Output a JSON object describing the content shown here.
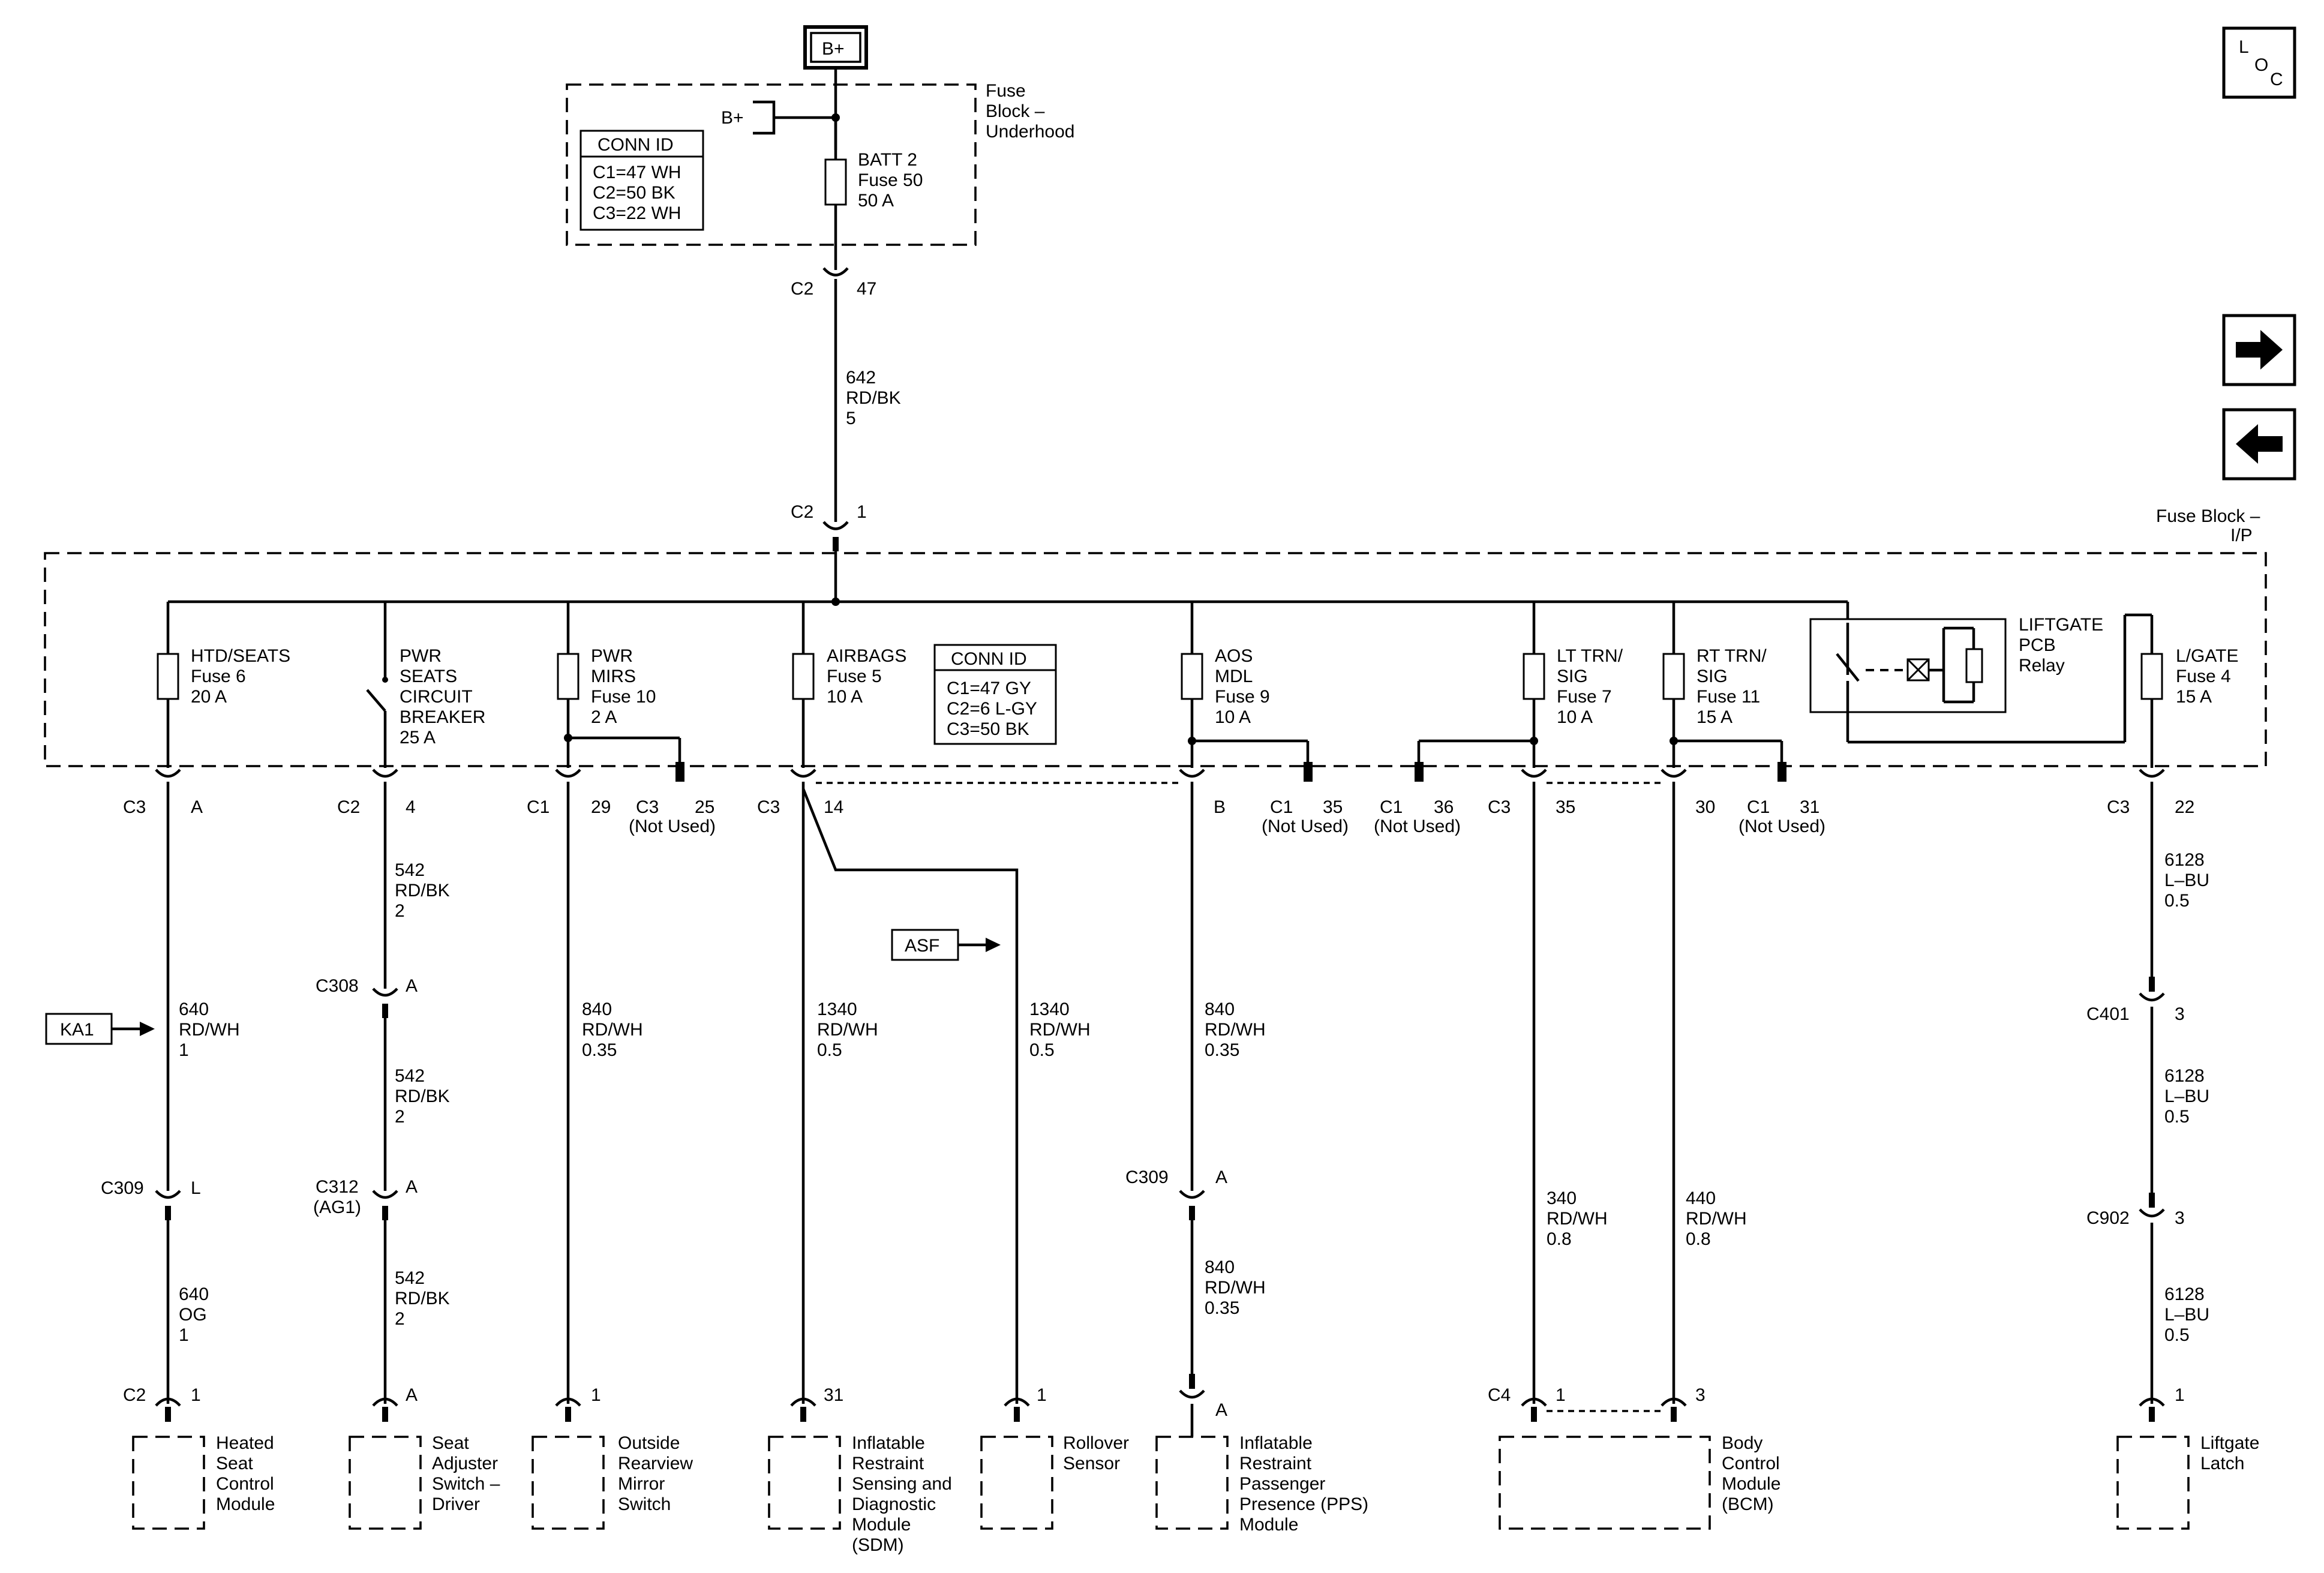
{
  "header": {
    "loc": {
      "l": "L",
      "o": "O",
      "c": "C"
    },
    "nav_next_icon": "arrow-right-icon",
    "nav_prev_icon": "arrow-left-icon"
  },
  "power": {
    "b_plus_main": "B+",
    "b_plus_feed": "B+"
  },
  "fuse_block_underhood": {
    "title": [
      "Fuse",
      "Block –",
      "Underhood"
    ],
    "conn_id": {
      "title": "CONN ID",
      "rows": [
        "C1=47 WH",
        "C2=50 BK",
        "C3=22 WH"
      ]
    },
    "fuse": [
      "BATT 2",
      "Fuse 50",
      "50 A"
    ]
  },
  "feed": {
    "conn_out": {
      "name": "C2",
      "pin": "47"
    },
    "wire": [
      "642",
      "RD/BK",
      "5"
    ],
    "conn_in": {
      "name": "C2",
      "pin": "1"
    }
  },
  "fuse_block_ip": {
    "title": [
      "Fuse Block –",
      "I/P"
    ],
    "conn_id": {
      "title": "CONN ID",
      "rows": [
        "C1=47 GY",
        "C2=6 L-GY",
        "C3=50 BK"
      ]
    },
    "fuses": [
      {
        "lines": [
          "HTD/SEATS",
          "Fuse 6",
          "20 A"
        ]
      },
      {
        "lines": [
          "PWR",
          "SEATS",
          "CIRCUIT",
          "BREAKER",
          "25 A"
        ]
      },
      {
        "lines": [
          "PWR",
          "MIRS",
          "Fuse 10",
          "2 A"
        ]
      },
      {
        "lines": [
          "AIRBAGS",
          "Fuse 5",
          "10 A"
        ]
      },
      {
        "lines": [
          "AOS",
          "MDL",
          "Fuse 9",
          "10 A"
        ]
      },
      {
        "lines": [
          "LT TRN/",
          "SIG",
          "Fuse 7",
          "10 A"
        ]
      },
      {
        "lines": [
          "RT TRN/",
          "SIG",
          "Fuse 11",
          "15 A"
        ]
      },
      {
        "lines": [
          "L/GATE",
          "Fuse 4",
          "15 A"
        ]
      }
    ],
    "relay": [
      "LIFTGATE",
      "PCB",
      "Relay"
    ]
  },
  "ip_connectors": [
    {
      "name": "C3",
      "pin": "A"
    },
    {
      "name": "C2",
      "pin": "4"
    },
    {
      "name": "C1",
      "pin": "29"
    },
    {
      "name": "C3",
      "pin": "25",
      "note": "(Not Used)"
    },
    {
      "name": "C3",
      "pin": "14"
    },
    {
      "pin": "B"
    },
    {
      "name": "C1",
      "pin": "35",
      "note": "(Not Used)"
    },
    {
      "name": "C1",
      "pin": "36",
      "note": "(Not Used)"
    },
    {
      "name": "C3",
      "pin": "35"
    },
    {
      "pin": "30"
    },
    {
      "name": "C1",
      "pin": "31",
      "note": "(Not Used)"
    },
    {
      "name": "C3",
      "pin": "22"
    }
  ],
  "references": {
    "ka1": "KA1",
    "asf": "ASF"
  },
  "wires": {
    "w640a": [
      "640",
      "RD/WH",
      "1"
    ],
    "w640b": [
      "640",
      "OG",
      "1"
    ],
    "w542a": [
      "542",
      "RD/BK",
      "2"
    ],
    "w542b": [
      "542",
      "RD/BK",
      "2"
    ],
    "w542c": [
      "542",
      "RD/BK",
      "2"
    ],
    "w840a": [
      "840",
      "RD/WH",
      "0.35"
    ],
    "w1340a": [
      "1340",
      "RD/WH",
      "0.5"
    ],
    "w1340b": [
      "1340",
      "RD/WH",
      "0.5"
    ],
    "w840b": [
      "840",
      "RD/WH",
      "0.35"
    ],
    "w840c": [
      "840",
      "RD/WH",
      "0.35"
    ],
    "w340": [
      "340",
      "RD/WH",
      "0.8"
    ],
    "w440": [
      "440",
      "RD/WH",
      "0.8"
    ],
    "w6128a": [
      "6128",
      "L–BU",
      "0.5"
    ],
    "w6128b": [
      "6128",
      "L–BU",
      "0.5"
    ],
    "w6128c": [
      "6128",
      "L–BU",
      "0.5"
    ]
  },
  "inline_connectors": {
    "c308": {
      "name": "C308",
      "pin": "A"
    },
    "c312": {
      "name": "C312",
      "sub": "(AG1)",
      "pin": "A"
    },
    "c309l": {
      "name": "C309",
      "pin": "L"
    },
    "c309a": {
      "name": "C309",
      "pin": "A"
    },
    "c401": {
      "name": "C401",
      "pin": "3"
    },
    "c902": {
      "name": "C902",
      "pin": "3"
    }
  },
  "components": [
    {
      "conn": "C2",
      "pin": "1",
      "label": [
        "Heated",
        "Seat",
        "Control",
        "Module"
      ]
    },
    {
      "pin": "A",
      "label": [
        "Seat",
        "Adjuster",
        "Switch –",
        "Driver"
      ]
    },
    {
      "pin": "1",
      "label": [
        "Outside",
        "Rearview",
        "Mirror",
        "Switch"
      ]
    },
    {
      "pin": "31",
      "label": [
        "Inflatable",
        "Restraint",
        "Sensing and",
        "Diagnostic",
        "Module",
        "(SDM)"
      ]
    },
    {
      "pin": "1",
      "label": [
        "Rollover",
        "Sensor"
      ]
    },
    {
      "pin": "A",
      "label": [
        "Inflatable",
        "Restraint",
        "Passenger",
        "Presence (PPS)",
        "Module"
      ]
    },
    {
      "conn": "C4",
      "pin": "1",
      "pin2": "3",
      "label": [
        "Body",
        "Control",
        "Module",
        "(BCM)"
      ]
    },
    {
      "pin": "1",
      "label": [
        "Liftgate",
        "Latch"
      ]
    }
  ]
}
